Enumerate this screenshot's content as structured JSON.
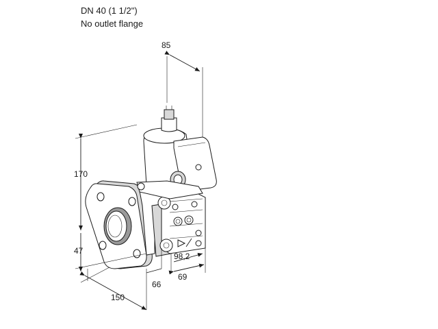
{
  "header": {
    "size_label": "DN 40 (1 1/2\")",
    "variant_label": "No outlet flange"
  },
  "dimensions": {
    "top_width": "85",
    "height_total": "170",
    "height_lower": "47",
    "depth_98": "98,2",
    "depth_69": "69",
    "width_66": "66",
    "width_150": "150"
  }
}
